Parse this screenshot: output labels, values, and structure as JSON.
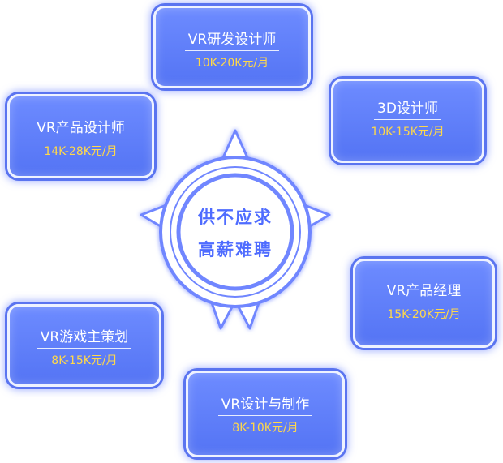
{
  "center": {
    "line1": "供不应求",
    "line2": "高薪难聘"
  },
  "roles": [
    {
      "title": "VR研发设计师",
      "salary": "10K-20K元/月"
    },
    {
      "title": "3D设计师",
      "salary": "10K-15K元/月"
    },
    {
      "title": "VR产品设计师",
      "salary": "14K-28K元/月"
    },
    {
      "title": "VR产品经理",
      "salary": "15K-20K元/月"
    },
    {
      "title": "VR游戏主策划",
      "salary": "8K-15K元/月"
    },
    {
      "title": "VR设计与制作",
      "salary": "8K-10K元/月"
    }
  ],
  "colors": {
    "card_fill": "#5f7ef8",
    "card_border": "#eef2ff",
    "salary_text": "#ffd84a",
    "center_text": "#4f6cff",
    "ring": "#6f86ff"
  }
}
